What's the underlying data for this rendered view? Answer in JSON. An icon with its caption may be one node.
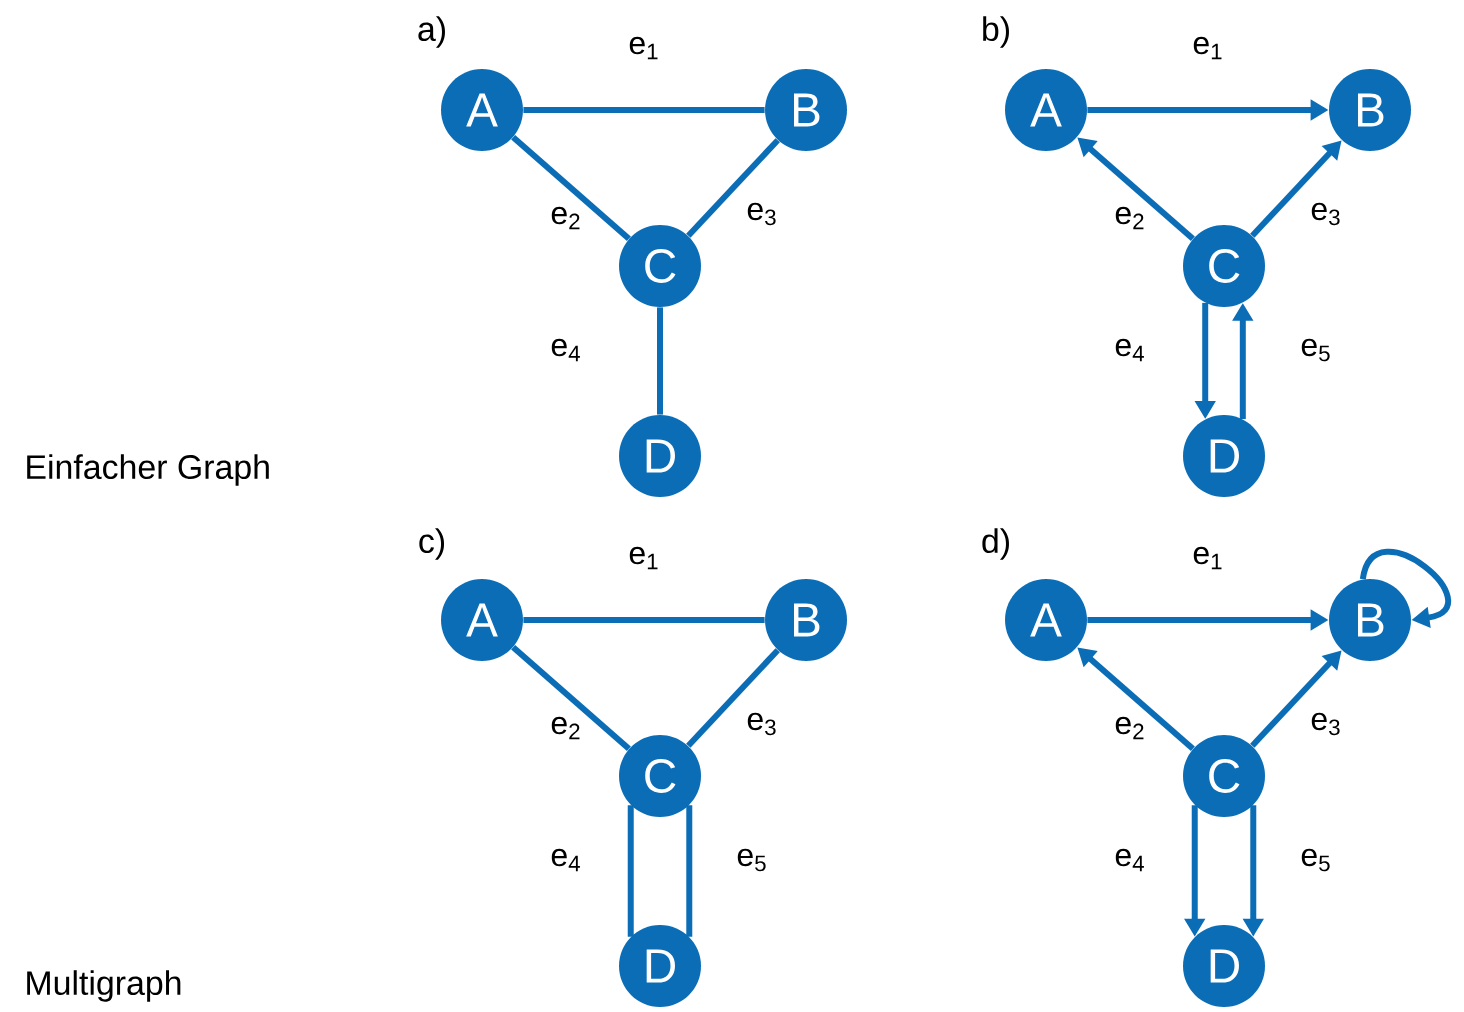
{
  "diagram": {
    "nodes": [
      {
        "text": [
          "A"
        ]
      },
      {
        "text": [
          "B"
        ]
      },
      {
        "text": [
          "C"
        ]
      },
      {
        "text": [
          "D"
        ]
      },
      {
        "text": [
          "A"
        ]
      },
      {
        "text": [
          "B"
        ]
      },
      {
        "text": [
          "C"
        ]
      },
      {
        "text": [
          "D"
        ]
      },
      {
        "text": [
          "A"
        ]
      },
      {
        "text": [
          "B"
        ]
      },
      {
        "text": [
          "C"
        ]
      },
      {
        "text": [
          "D"
        ]
      },
      {
        "text": [
          "A"
        ]
      },
      {
        "text": [
          "B"
        ]
      },
      {
        "text": [
          "C"
        ]
      },
      {
        "text": [
          "D"
        ]
      }
    ],
    "edges": [
      {
        "from": 0,
        "to": 1,
        "arrow": "none",
        "label": "e$_{1}$"
      },
      {
        "from": 0,
        "to": 2,
        "arrow": "none",
        "label": "e$_{2}$"
      },
      {
        "from": 2,
        "to": 1,
        "arrow": "none",
        "label": "e$_{3}$"
      },
      {
        "from": 2,
        "to": 3,
        "arrow": "none",
        "label": "e$_{4}$"
      },
      {
        "from": 4,
        "to": 5,
        "arrow": "to",
        "label": "e$_{1}$"
      },
      {
        "from": 6,
        "to": 4,
        "arrow": "to",
        "label": "e$_{2}$"
      },
      {
        "from": 6,
        "to": 5,
        "arrow": "to",
        "label": "e$_{3}$"
      },
      {
        "from": 6,
        "to": 7,
        "arrow": "to",
        "label": "e$_{4}$"
      },
      {
        "from": 7,
        "to": 6,
        "arrow": "to",
        "label": "e$_{5}$"
      },
      {
        "from": 8,
        "to": 9,
        "arrow": "none",
        "label": "e$_{1}$"
      },
      {
        "from": 8,
        "to": 10,
        "arrow": "none",
        "label": "e$_{2}$"
      },
      {
        "from": 10,
        "to": 9,
        "arrow": "none",
        "label": "e$_{3}$"
      },
      {
        "from": 10,
        "to": 11,
        "arrow": "none",
        "label": "e$_{4}$"
      },
      {
        "from": 10,
        "to": 11,
        "arrow": "none",
        "label": "e$_{5}$"
      },
      {
        "from": 12,
        "to": 13,
        "arrow": "to",
        "label": "e$_{1}$"
      },
      {
        "from": 14,
        "to": 12,
        "arrow": "to",
        "label": "e$_{2}$"
      },
      {
        "from": 14,
        "to": 13,
        "arrow": "to",
        "label": "e$_{3}$"
      },
      {
        "from": 14,
        "to": 15,
        "arrow": "to",
        "label": "e$_{4}$"
      },
      {
        "from": 14,
        "to": 15,
        "arrow": "to",
        "label": "e$_{5}$"
      },
      {
        "from": 13,
        "to": 13,
        "arrow": "to"
      }
    ],
    "labels": [
      "a)",
      "b)",
      "Einfacher Graph",
      "c)",
      "d)",
      "Multigraph"
    ]
  }
}
